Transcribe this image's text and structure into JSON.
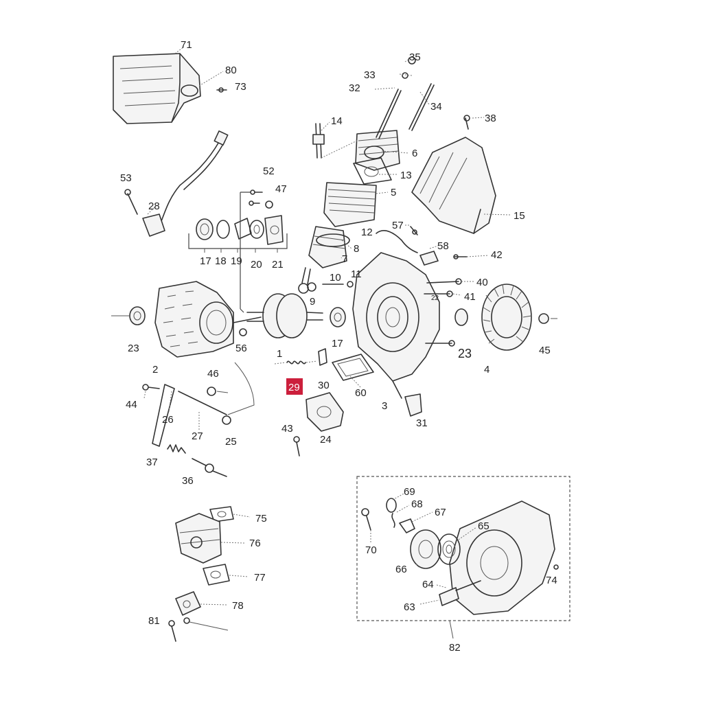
{
  "diagram": {
    "highlighted_part": "29",
    "highlight_color": "#cc1f3c",
    "part_labels": {
      "p71": "71",
      "p80": "80",
      "p73": "73",
      "p35": "35",
      "p33": "33",
      "p32": "32",
      "p34": "34",
      "p14": "14",
      "p6": "6",
      "p13": "13",
      "p5": "5",
      "p38": "38",
      "p15": "15",
      "p53": "53",
      "p28": "28",
      "p52": "52",
      "p47": "47",
      "p17a": "17",
      "p18": "18",
      "p19": "19",
      "p20": "20",
      "p21": "21",
      "p12": "12",
      "p57": "57",
      "p58": "58",
      "p8": "8",
      "p7": "7",
      "p42": "42",
      "p10": "10",
      "p11": "11",
      "p9": "9",
      "p40": "40",
      "p41": "41",
      "p22": "22",
      "p23a": "23",
      "p2": "2",
      "p56": "56",
      "p1": "1",
      "p17b": "17",
      "p23b": "23",
      "p4": "4",
      "p45": "45",
      "p29": "29",
      "p30": "30",
      "p60": "60",
      "p3": "3",
      "p31": "31",
      "p24": "24",
      "p46": "46",
      "p44": "44",
      "p26": "26",
      "p27": "27",
      "p25": "25",
      "p43": "43",
      "p37": "37",
      "p36": "36",
      "p69": "69",
      "p68": "68",
      "p67": "67",
      "p65": "65",
      "p70": "70",
      "p66": "66",
      "p64": "64",
      "p63": "63",
      "p74": "74",
      "p82": "82",
      "p75": "75",
      "p76": "76",
      "p77": "77",
      "p78": "78",
      "p81": "81"
    }
  }
}
